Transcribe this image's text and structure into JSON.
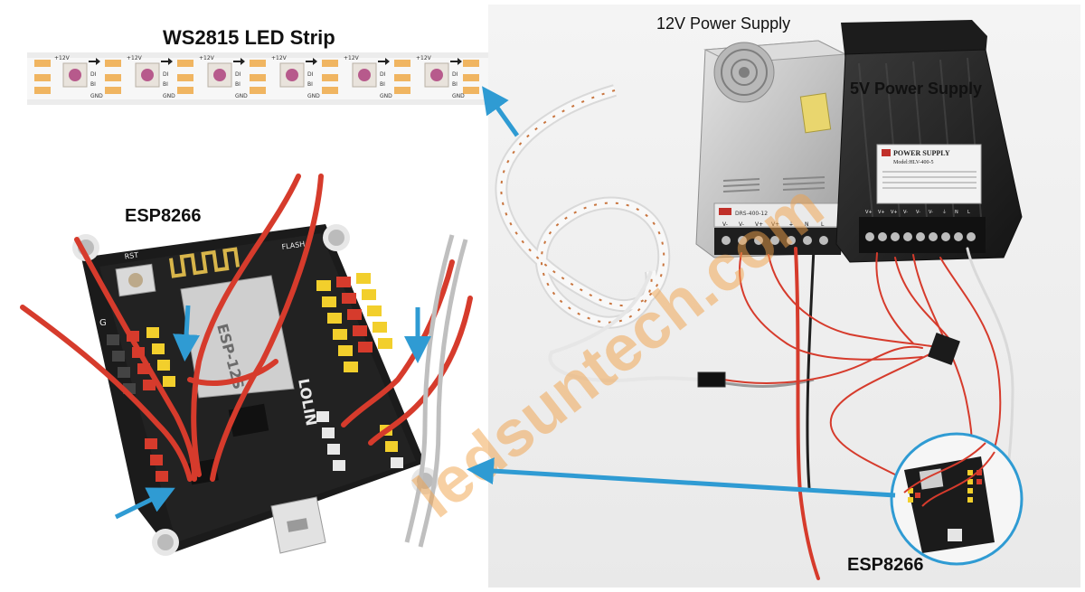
{
  "labels": {
    "strip_title": "WS2815 LED Strip",
    "esp_left": "ESP8266",
    "psu_12v": "12V Power Supply",
    "psu_5v": "5V Power Supply",
    "esp_right": "ESP8266"
  },
  "strip_markings": {
    "plus": "+12V",
    "bi": "BI",
    "di": "DI",
    "gnd": "GND"
  },
  "psu12": {
    "model": "DRS-400-12",
    "terminals": [
      "V-",
      "V-",
      "V+",
      "V+",
      "⏚",
      "N",
      "L"
    ]
  },
  "psu5": {
    "brand": "POWER SUPPLY",
    "model": "Model:HLV-400-5",
    "terminals": [
      "V+",
      "V+",
      "V+",
      "V-",
      "V-",
      "V-",
      "⏚",
      "N",
      "L"
    ]
  },
  "board": {
    "module": "ESP-12S",
    "silk": "LOLIN",
    "button": "RST",
    "flash": "FLASH",
    "gnd": "G"
  },
  "watermark": "ledsuntech.com",
  "colors": {
    "arrow": "#2f9bd3",
    "circle": "#2f9bd3",
    "wire_red": "#d63b2c",
    "strip_body": "#f3f3f3",
    "pcb": "#1b1b1b",
    "psu_silver": "#c9c9c9",
    "psu_black": "#2a2a2a",
    "watermark": "#f1a24a"
  }
}
